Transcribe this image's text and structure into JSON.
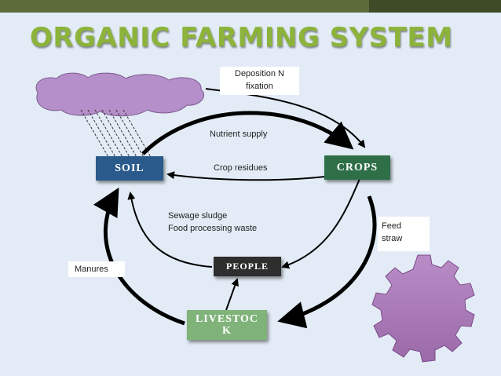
{
  "title": "ORGANIC FARMING SYSTEM",
  "nodes": {
    "soil": "SOIL",
    "crops": "CROPS",
    "people": "PEOPLE",
    "livestock": "LIVESTOCK"
  },
  "labels": {
    "deposition_line1": "Deposition N",
    "deposition_line2": "fixation",
    "nutrient_supply": "Nutrient supply",
    "crop_residues": "Crop residues",
    "sewage_sludge": "Sewage sludge",
    "food_processing_waste": "Food processing waste",
    "feed": "Feed",
    "straw": "straw",
    "manures": "Manures"
  },
  "colors": {
    "title": "#8cb33a",
    "soil_box": "#2a5a8c",
    "crops_box": "#2f6f48",
    "people_box": "#2e2e2e",
    "livestock_box": "#7fb37a",
    "cloud": "#b58fc9",
    "gear": "#a97ab6",
    "background": "#e3ecf6"
  },
  "icons": [
    "rain-cloud-icon",
    "gear-icon"
  ]
}
